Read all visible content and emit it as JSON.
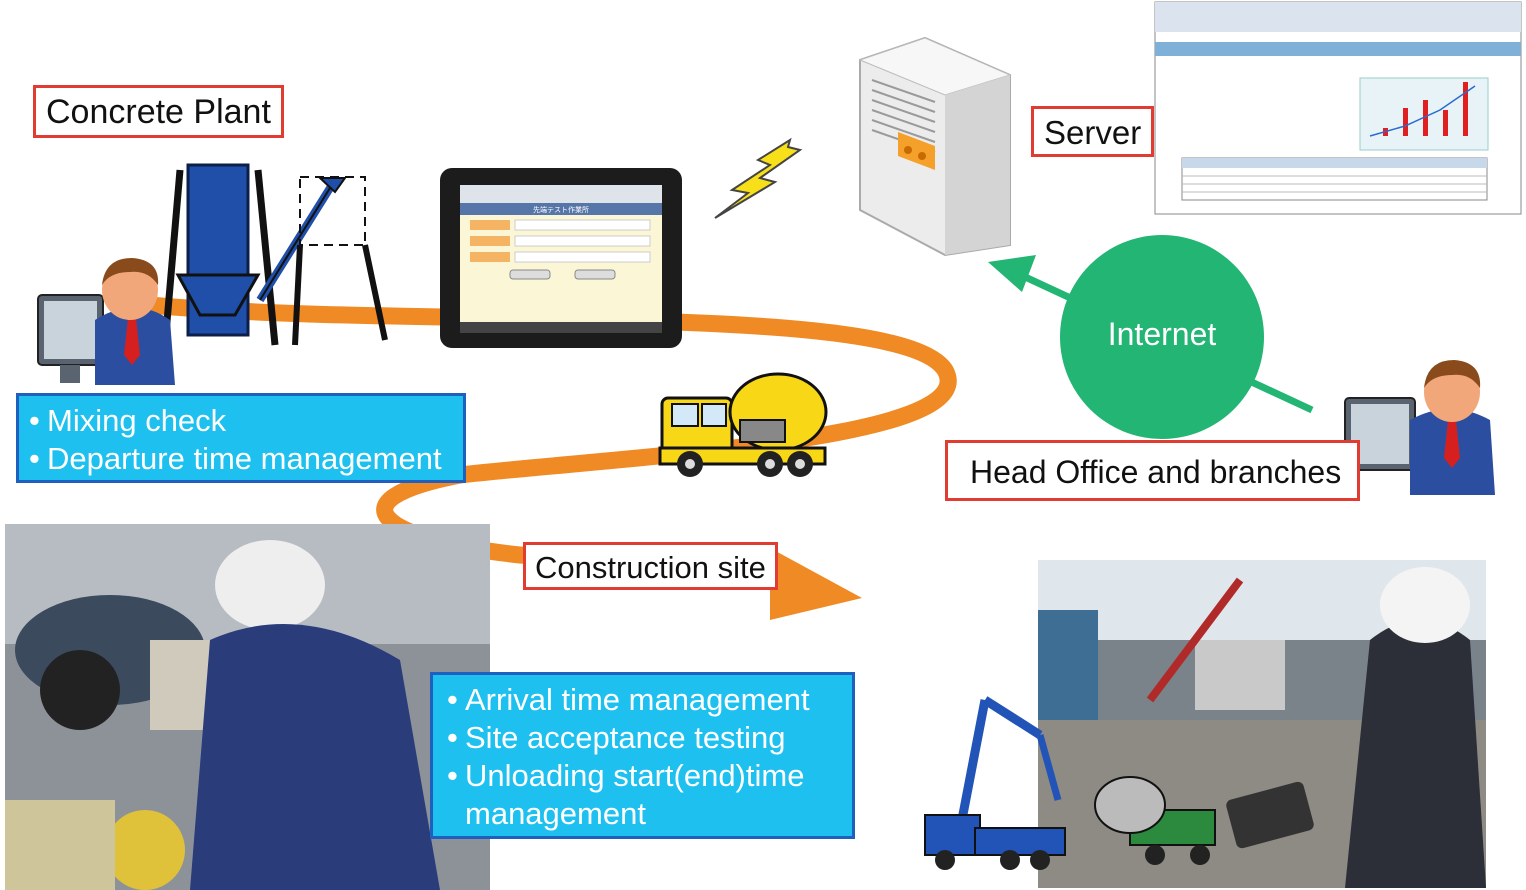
{
  "labels": {
    "concrete_plant": "Concrete  Plant",
    "server": "Server",
    "internet": "Internet",
    "head_office": "Head Office and branches",
    "construction_site": "Construction  site"
  },
  "plant_tasks": [
    "Mixing check",
    "Departure time management"
  ],
  "site_tasks": [
    "Arrival time management",
    "Site acceptance testing",
    "Unloading start(end)time",
    "management"
  ],
  "colors": {
    "route_orange": "#f08a24",
    "internet_green": "#22b573",
    "task_box_blue": "#1ec0ef",
    "label_border_red": "#e03c31",
    "lightning_yellow": "#f7e01a"
  },
  "icons": [
    "server-icon",
    "lightning-icon",
    "tablet-icon",
    "mixer-truck-icon",
    "operator-icon",
    "concrete-plant-icon",
    "pump-truck-icon"
  ]
}
